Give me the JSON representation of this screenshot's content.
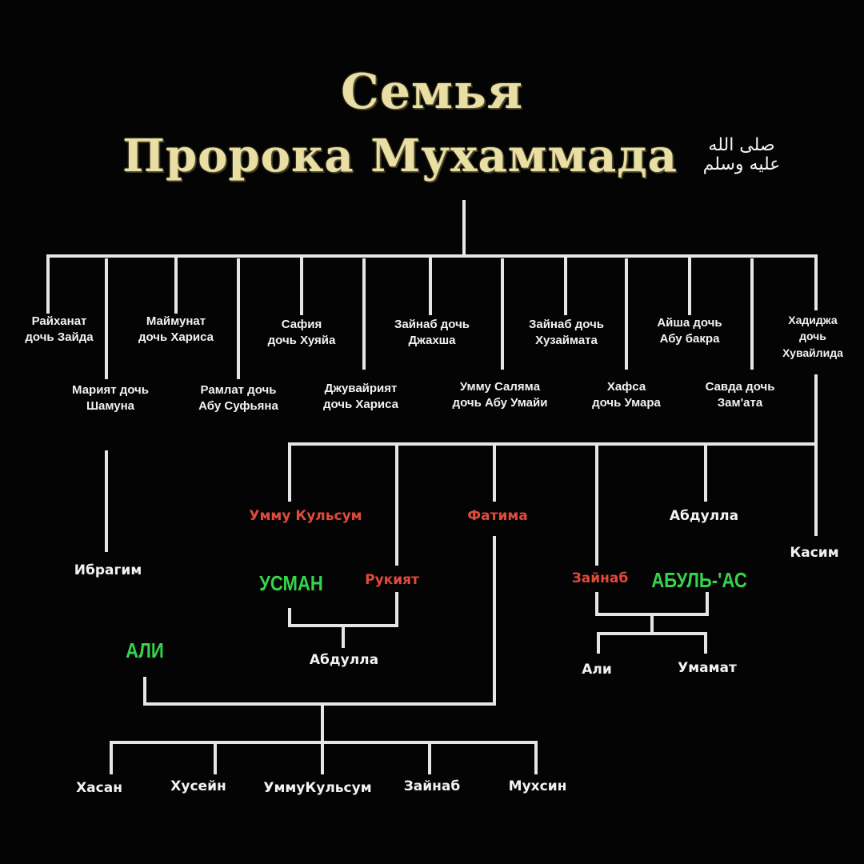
{
  "title": {
    "line1": "Семья",
    "line2": "Пророка Мухаммада",
    "salawat": "صلى الله عليه وسلم"
  },
  "wives_upper": [
    {
      "id": "rayhanat",
      "text": "Райханат\nдочь Зайда"
    },
    {
      "id": "maymunat",
      "text": "Маймунат\nдочь Хариса"
    },
    {
      "id": "safiya",
      "text": "Сафия\nдочь Хуяйа"
    },
    {
      "id": "zaynab-jahsh",
      "text": "Зайнаб дочь\nДжахша"
    },
    {
      "id": "zaynab-khuzayma",
      "text": "Зайнаб дочь\nХузаймата"
    },
    {
      "id": "aisha",
      "text": "Айша дочь\nАбу бакра"
    },
    {
      "id": "khadija",
      "text": "Хадиджа\nдочь\nХувайлида"
    }
  ],
  "wives_lower": [
    {
      "id": "mariyat",
      "text": "Марият дочь\nШамуна"
    },
    {
      "id": "ramlat",
      "text": "Рамлат дочь\nАбу Суфьяна"
    },
    {
      "id": "juwayriya",
      "text": "Джувайрият\nдочь Хариса"
    },
    {
      "id": "umm-salama",
      "text": "Умму Салямa\nдочь Абу Умайи"
    },
    {
      "id": "hafsa",
      "text": "Хафса\nдочь Умара"
    },
    {
      "id": "sawda",
      "text": "Савда дочь\nЗам'ата"
    }
  ],
  "children": {
    "ibrahim": "Ибрагим",
    "umm_kulthum": "Умму Кульсум",
    "ruqayya": "Рукият",
    "uthman": "УСМАН",
    "abdullah_son_of_uthman": "Абдулла",
    "fatima": "Фатима",
    "ali_husband": "АЛИ",
    "zaynab": "Зайнаб",
    "abul_as": "АБУЛЬ-'АС",
    "ali_son": "Али",
    "umamat": "Умамат",
    "abdullah": "Абдулла",
    "qasim": "Касим"
  },
  "grandchildren": [
    "Хасан",
    "Хусейн",
    "УммуКульсум",
    "Зайнаб",
    "Мухсин"
  ],
  "colors": {
    "background": "#040404",
    "title": "#e9dfa4",
    "lines": "#e6e6e6",
    "text": "#f2f2f2",
    "daughters": "#e04a3a",
    "husbands": "#36d44a"
  }
}
